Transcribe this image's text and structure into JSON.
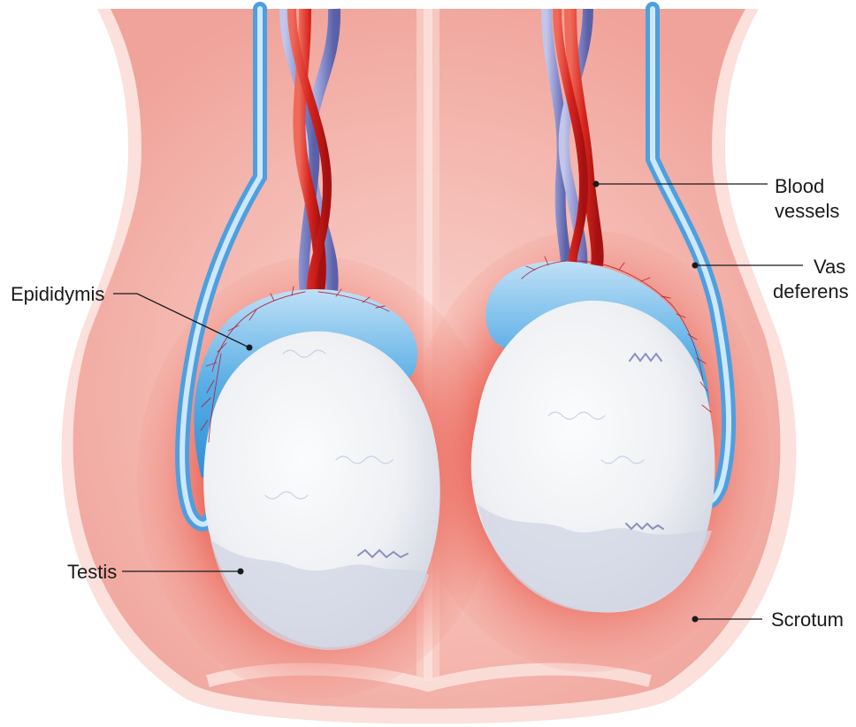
{
  "labels": {
    "blood_vessels_line1": "Blood",
    "blood_vessels_line2": "vessels",
    "vas_deferens_line1": "Vas",
    "vas_deferens_line2": "deferens",
    "epididymis": "Epididymis",
    "testis": "Testis",
    "scrotum": "Scrotum"
  },
  "colors": {
    "scrotum_skin": "#f7c9c2",
    "scrotum_inner": "#f2aaa2",
    "testis": "#eef0f2",
    "epididymis": "#6db6e6",
    "vas_deferens": "#8fcbf0",
    "artery": "#d8262a",
    "vein": "#7f86c6",
    "text": "#1a1a1a"
  }
}
